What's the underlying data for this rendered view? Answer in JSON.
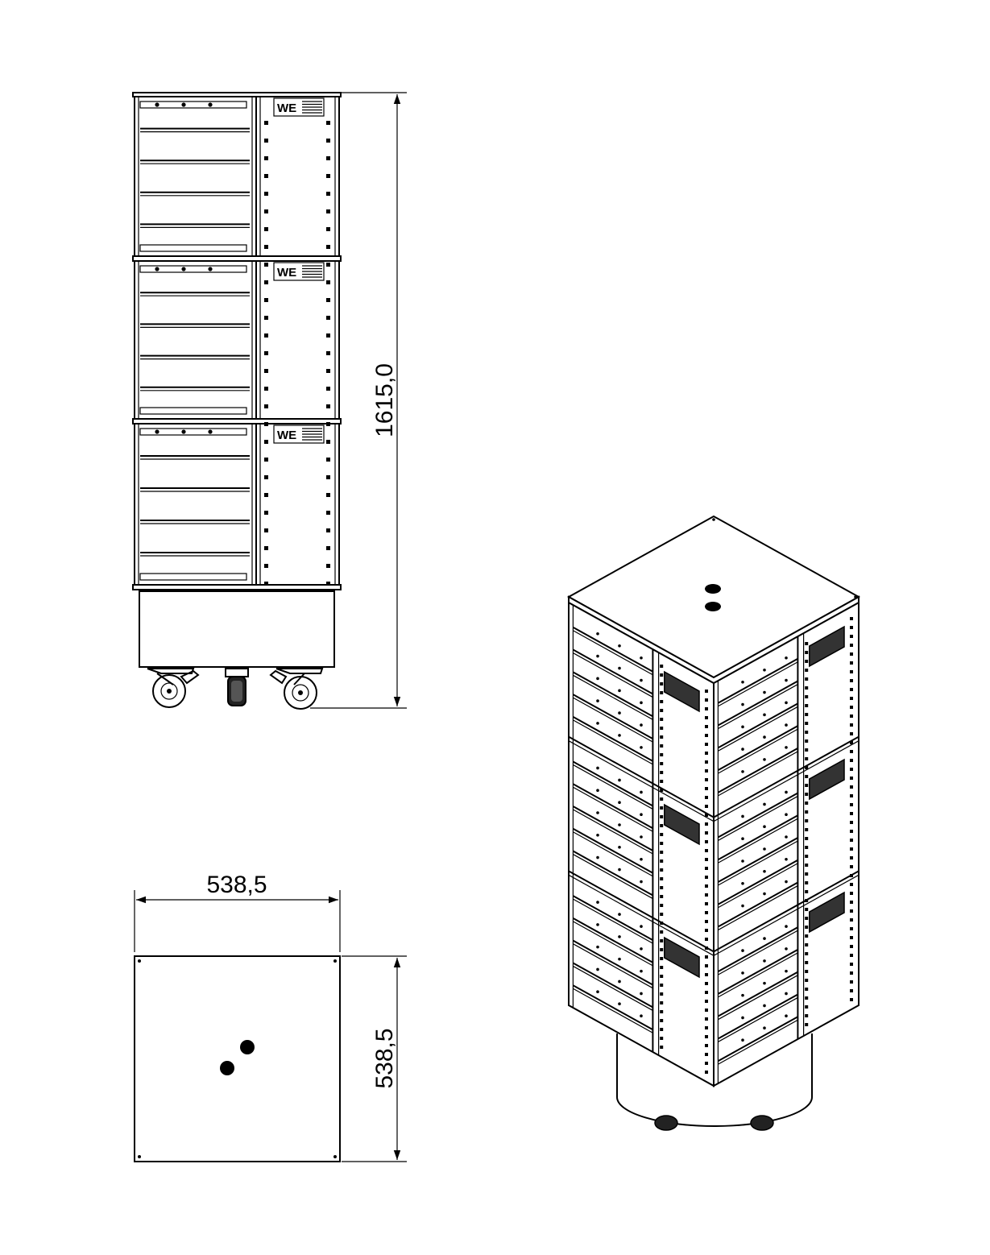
{
  "dimensions": {
    "height": "1615,0",
    "width": "538,5",
    "depth": "538,5"
  },
  "logo_text": "WE"
}
